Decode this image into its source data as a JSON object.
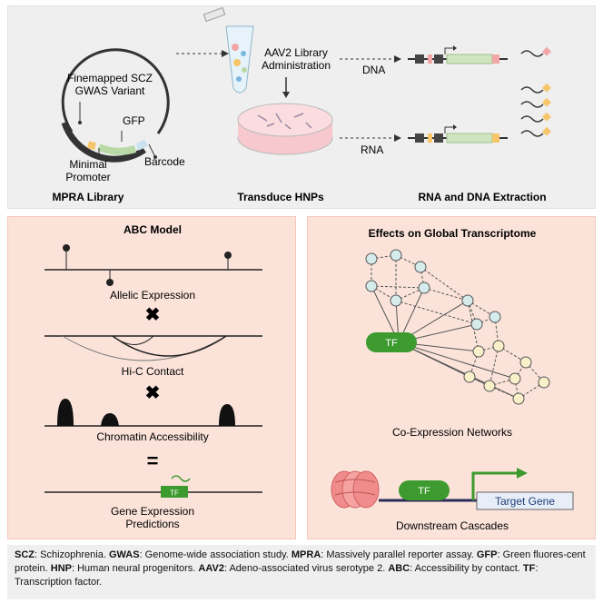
{
  "top": {
    "plasmid_variant_label_1": "Finemapped SCZ",
    "plasmid_variant_label_2": "GWAS Variant",
    "gfp_label": "GFP",
    "minimal_promoter_label_1": "Minimal",
    "minimal_promoter_label_2": "Promoter",
    "barcode_label": "Barcode",
    "aav_label_1": "AAV2 Library",
    "aav_label_2": "Administration",
    "dna_label": "DNA",
    "rna_label": "RNA",
    "mpra_title": "MPRA Library",
    "transduce_title": "Transduce HNPs",
    "extraction_title": "RNA and DNA Extraction"
  },
  "abc": {
    "title": "ABC Model",
    "allelic_label": "Allelic Expression",
    "times_1": "✖",
    "hic_label": "Hi-C Contact",
    "times_2": "✖",
    "chromatin_label": "Chromatin Accessibility",
    "equals": "=",
    "tf_label": "TF",
    "prediction_label_1": "Gene Expression",
    "prediction_label_2": "Predictions"
  },
  "global": {
    "title": "Effects on Global Transcriptome",
    "tf_label": "TF",
    "coexp_label": "Co-Expression Networks",
    "tf2_label": "TF",
    "target_gene_label": "Target Gene",
    "cascade_label": "Downstream Cascades"
  },
  "footer": [
    {
      "abbr": "SCZ",
      "def": ": Schizophrenia. "
    },
    {
      "abbr": "GWAS",
      "def": ": Genome-wide association study. "
    },
    {
      "abbr": "MPRA",
      "def": ": Massively parallel reporter assay. "
    },
    {
      "abbr": "GFP",
      "def": ": Green fluores-cent protein. "
    },
    {
      "abbr": "HNP",
      "def": ": Human neural progenitors. "
    },
    {
      "abbr": "AAV2",
      "def": ": Adeno-associated virus serotype 2. "
    },
    {
      "abbr": "ABC",
      "def": ": Accessibility by contact. "
    },
    {
      "abbr": "TF",
      "def": ": Transcription factor."
    }
  ],
  "colors": {
    "gfp_green": "#b9d9a6",
    "tf_green": "#3c9a2f",
    "barcode_blue": "#c9e3ee",
    "rna_cap_yellow": "#f7c56a",
    "dna_cap_pink": "#f2a6a6",
    "node_blue": "#d6ecec",
    "node_yellow": "#f8f0c8",
    "panel_peach": "#fbe3da"
  }
}
